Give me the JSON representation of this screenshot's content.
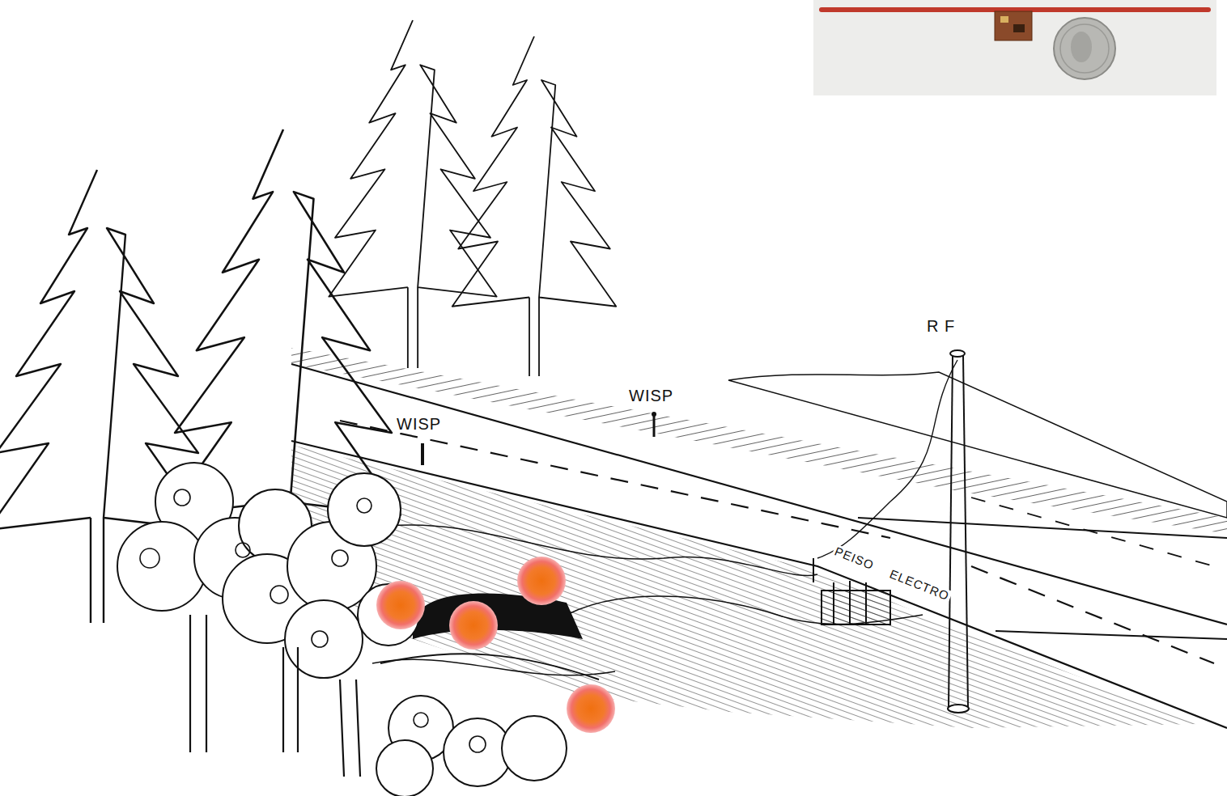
{
  "diagram": {
    "labels": [
      "WISP",
      "WISP",
      "R F",
      "PEISO",
      "ELECTRO"
    ]
  }
}
